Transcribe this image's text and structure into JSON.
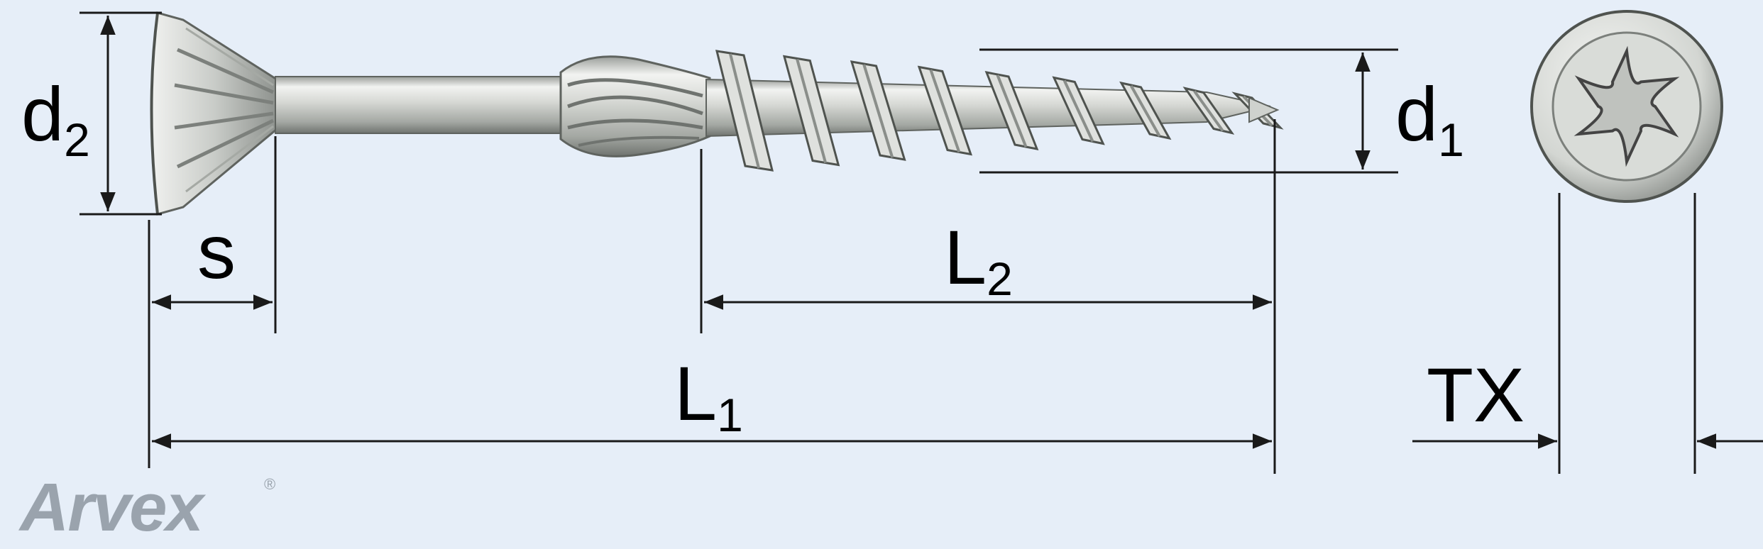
{
  "labels": {
    "d2": {
      "main": "d",
      "sub": "2"
    },
    "d1": {
      "main": "d",
      "sub": "1"
    },
    "s": "s",
    "L2": {
      "main": "L",
      "sub": "2"
    },
    "L1": {
      "main": "L",
      "sub": "1"
    },
    "TX": "TX"
  },
  "logo": {
    "text": "Arvex",
    "mark": "®"
  },
  "colors": {
    "background": "#e6eef8",
    "metal_light": "#e4e6e3",
    "metal_mid": "#b7bab6",
    "metal_dark": "#6f736f",
    "line": "#1a1a1a",
    "logo": "#9aa3ad"
  },
  "icons": {
    "drive": "torx-star-icon"
  }
}
